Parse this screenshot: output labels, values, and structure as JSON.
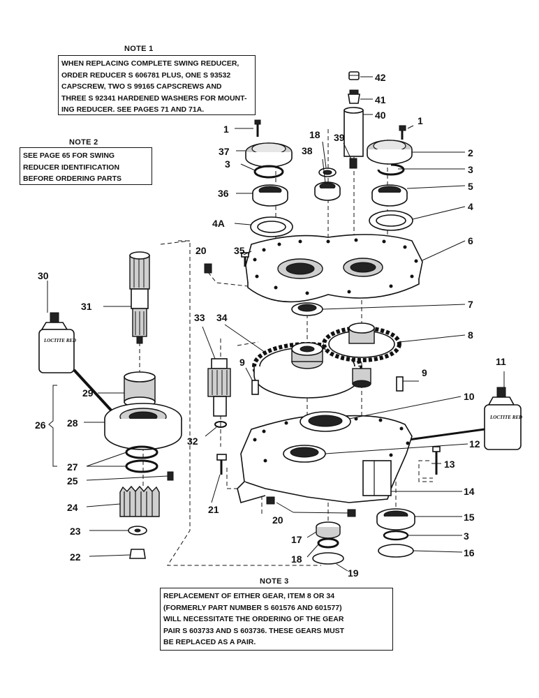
{
  "notes": {
    "note1": {
      "title": "NOTE 1",
      "text": "WHEN REPLACING COMPLETE SWING REDUCER,\nORDER REDUCER S 606781 PLUS, ONE S 93532\nCAPSCREW, TWO S 99165 CAPSCREWS and\nTHREE S 92341 HARDENED WASHERS FOR MOUNT-\nING REDUCER.  SEE PAGES 71 AND 71A."
    },
    "note2": {
      "title": "NOTE 2",
      "text": "SEE PAGE 65 FOR SWING\nREDUCER IDENTIFICATION\nBEFORE ORDERING PARTS"
    },
    "note3": {
      "title": "NOTE 3",
      "text": "REPLACEMENT OF EITHER GEAR, ITEM 8 OR 34\n(FORMERLY PART NUMBER S 601576 AND 601577)\nWILL NECESSITATE THE ORDERING OF THE GEAR\nPAIR S 603733 AND S 603736. THESE GEARS MUST\nBE REPLACED AS A PAIR."
    }
  },
  "bottle_label": "LOCTITE RED",
  "part_labels": {
    "l42": "42",
    "l41": "41",
    "l40": "40",
    "l39": "39",
    "l38": "38",
    "l18a": "18",
    "l1a": "1",
    "l1b": "1",
    "l37": "37",
    "l2": "2",
    "l3a": "3",
    "l3b": "3",
    "l3c": "3",
    "l36": "36",
    "l5": "5",
    "l4a": "4A",
    "l4": "4",
    "l20a": "20",
    "l35": "35",
    "l6": "6",
    "l30": "30",
    "l31": "31",
    "l33": "33",
    "l34": "34",
    "l7": "7",
    "l8": "8",
    "l9a": "9",
    "l9b": "9",
    "l11": "11",
    "l10": "10",
    "l29": "29",
    "l26": "26",
    "l28": "28",
    "l32": "32",
    "l12": "12",
    "l13": "13",
    "l27": "27",
    "l25": "25",
    "l24": "24",
    "l21": "21",
    "l14": "14",
    "l20b": "20",
    "l23": "23",
    "l15": "15",
    "l17": "17",
    "l22": "22",
    "l18b": "18",
    "l16": "16",
    "l19": "19"
  }
}
